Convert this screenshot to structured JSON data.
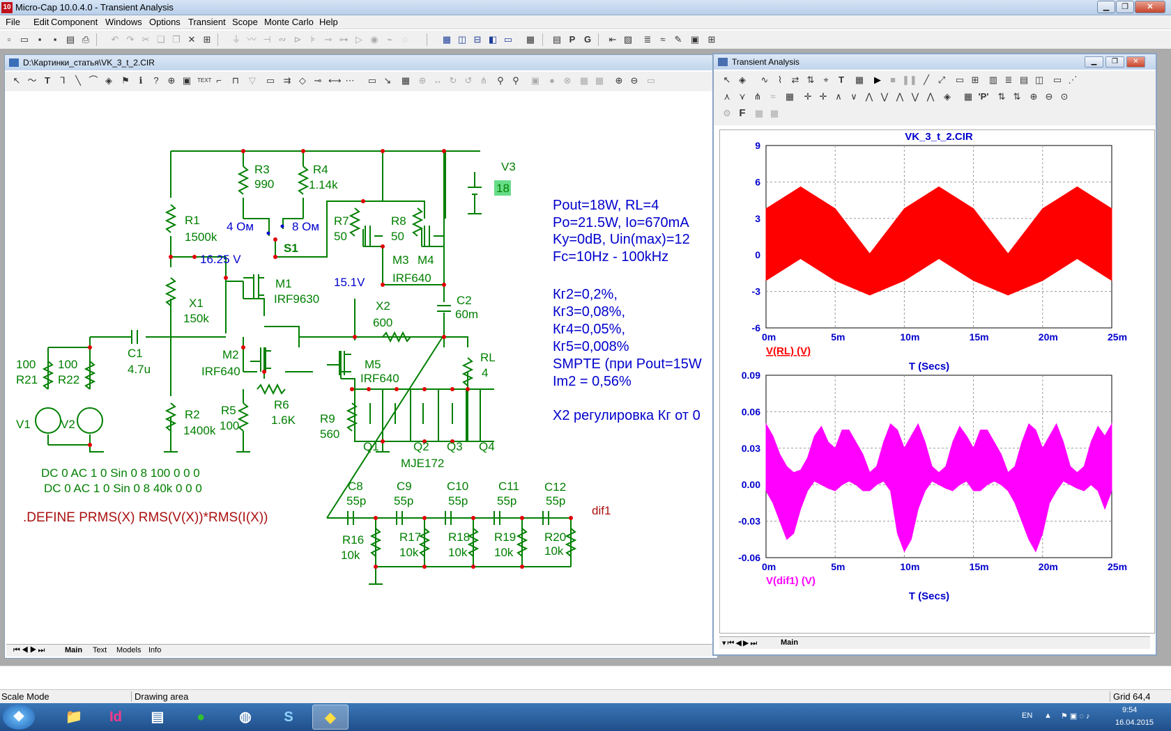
{
  "app": {
    "title": "Micro-Cap 10.0.4.0 - Transient Analysis",
    "icon_text": "10"
  },
  "menu": [
    "File",
    "Edit",
    "Component",
    "Windows",
    "Options",
    "Transient",
    "Scope",
    "Monte Carlo",
    "Help"
  ],
  "schematic": {
    "window_title": "D:\\Картинки_статья\\VK_3_t_2.CIR",
    "tabs": [
      "Main",
      "Text",
      "Models",
      "Info"
    ],
    "components": {
      "R3": {
        "name": "R3",
        "value": "990"
      },
      "R4": {
        "name": "R4",
        "value": "1.14k"
      },
      "R1": {
        "name": "R1",
        "value": "1500k"
      },
      "X1": {
        "name": "X1",
        "value": "150k"
      },
      "R2": {
        "name": "R2",
        "value": "1400k"
      },
      "C1": {
        "name": "C1",
        "value": "4.7u"
      },
      "R21": {
        "name": "R21",
        "value": "100"
      },
      "R22": {
        "name": "R22",
        "value": "100"
      },
      "V1": "V1",
      "V2": "V2",
      "S1": "S1",
      "ohm4": "4 Ом",
      "ohm8": "8 Ом",
      "M1": {
        "name": "M1",
        "model": "IRF9630"
      },
      "M2": {
        "name": "M2",
        "model": "IRF640"
      },
      "R5": {
        "name": "R5",
        "value": "100"
      },
      "R6": {
        "name": "R6",
        "value": "1.6K"
      },
      "R7": {
        "name": "R7",
        "value": "50"
      },
      "R8": {
        "name": "R8",
        "value": "50"
      },
      "M3": "M3",
      "M4": "M4",
      "M34model": "IRF640",
      "M5": {
        "name": "M5",
        "model": "IRF640"
      },
      "X2": {
        "name": "X2",
        "value": "600"
      },
      "C2": {
        "name": "C2",
        "value": "60m"
      },
      "RL": {
        "name": "RL",
        "value": "4"
      },
      "R9": {
        "name": "R9",
        "value": "560"
      },
      "Q1": "Q1",
      "Q2": "Q2",
      "Q3": "Q3",
      "Q4": "Q4",
      "Qmodel": "MJE172",
      "V3": {
        "name": "V3",
        "value": "18"
      },
      "node1625": "16.25 V",
      "node151": "15.1V",
      "C8": {
        "name": "C8",
        "value": "55p"
      },
      "C9": {
        "name": "C9",
        "value": "55p"
      },
      "C10": {
        "name": "C10",
        "value": "55p"
      },
      "C11": {
        "name": "C11",
        "value": "55p"
      },
      "C12": {
        "name": "C12",
        "value": "55p"
      },
      "R16": {
        "name": "R16",
        "value": "10k"
      },
      "R17": {
        "name": "R17",
        "value": "10k"
      },
      "R18": {
        "name": "R18",
        "value": "10k"
      },
      "R19": {
        "name": "R19",
        "value": "10k"
      },
      "R20": {
        "name": "R20",
        "value": "10k"
      },
      "dif1": "dif1"
    },
    "sources": [
      "DC 0 AC 1 0 Sin 0 8 100 0 0 0",
      "DC 0 AC 1 0 Sin 0 8 40k 0 0 0"
    ],
    "define": ".DEFINE PRMS(X) RMS(V(X))*RMS(I(X))",
    "notes": [
      "Pout=18W, RL=4",
      "Po=21.5W, Io=670mA",
      "Ky=0dB, Uin(max)=12",
      "Fc=10Hz - 100kHz",
      "Кг2=0,2%,",
      "Кг3=0,08%,",
      "Кг4=0,05%,",
      "Кг5=0,008%",
      "SMPTE (при Pout=15W",
      "Im2 = 0,56%",
      "X2 регулировка Кг от 0"
    ]
  },
  "plot": {
    "window_title": "Transient Analysis",
    "tabs": [
      "Main"
    ],
    "toolbar_letter": "F",
    "toolbar_p": "'P'",
    "chart_data": [
      {
        "type": "line",
        "title": "VK_3_t_2.CIR",
        "xlabel": "T (Secs)",
        "ylabel": "V(RL) (V)",
        "color": "#ff0000",
        "xlim": [
          0,
          25
        ],
        "ylim": [
          -6,
          9
        ],
        "x_unit": "ms",
        "xticks": [
          "0m",
          "5m",
          "10m",
          "15m",
          "20m",
          "25m"
        ],
        "yticks": [
          "9",
          "6",
          "3",
          "0",
          "-3",
          "-6"
        ],
        "series": [
          {
            "name": "V(RL) (V)",
            "x": [
              0,
              2.5,
              5,
              7.5,
              10,
              12.5,
              15,
              17.5,
              20,
              22.5,
              25
            ],
            "upper": [
              3.8,
              5.6,
              3.8,
              0.1,
              3.8,
              5.6,
              3.8,
              0.1,
              3.8,
              5.6,
              3.8
            ],
            "lower": [
              -2.1,
              -0.3,
              -2.1,
              -3.3,
              -2.1,
              -0.3,
              -2.1,
              -3.3,
              -2.1,
              -0.3,
              -2.1
            ]
          }
        ]
      },
      {
        "type": "line",
        "title": "",
        "xlabel": "T (Secs)",
        "ylabel": "V(dif1) (V)",
        "color": "#ff00ff",
        "xlim": [
          0,
          25
        ],
        "ylim": [
          -0.06,
          0.09
        ],
        "x_unit": "ms",
        "xticks": [
          "0m",
          "5m",
          "10m",
          "15m",
          "20m",
          "25m"
        ],
        "yticks": [
          "0.09",
          "0.06",
          "0.03",
          "0.00",
          "-0.03",
          "-0.06"
        ],
        "series": [
          {
            "name": "V(dif1) (V)",
            "x": [
              0,
              0.5,
              1,
              1.5,
              2,
              2.5,
              3,
              3.5,
              4,
              4.5,
              5,
              5.5,
              6,
              6.5,
              7,
              7.5,
              8,
              8.5,
              9,
              9.5,
              10,
              10.5,
              11,
              11.5,
              12,
              12.5,
              13,
              13.5,
              14,
              14.5,
              15,
              15.5,
              16,
              16.5,
              17,
              17.5,
              18,
              18.5,
              19,
              19.5,
              20,
              20.5,
              21,
              21.5,
              22,
              22.5,
              23,
              23.5,
              24,
              24.5,
              25
            ],
            "upper": [
              0.05,
              0.04,
              0.025,
              0.015,
              0.01,
              0.012,
              0.022,
              0.04,
              0.048,
              0.035,
              0.03,
              0.045,
              0.045,
              0.035,
              0.025,
              0.01,
              0.015,
              0.035,
              0.05,
              0.045,
              0.03,
              0.04,
              0.05,
              0.035,
              0.015,
              0.01,
              0.015,
              0.035,
              0.048,
              0.04,
              0.03,
              0.045,
              0.045,
              0.035,
              0.025,
              0.01,
              0.015,
              0.035,
              0.05,
              0.045,
              0.03,
              0.04,
              0.05,
              0.035,
              0.015,
              0.01,
              0.015,
              0.035,
              0.048,
              0.04,
              0.05
            ],
            "lower": [
              -0.005,
              -0.015,
              -0.03,
              -0.045,
              -0.04,
              -0.02,
              -0.005,
              0.003,
              0.0,
              -0.003,
              -0.005,
              0.0,
              0.003,
              0.0,
              -0.005,
              -0.005,
              0.0,
              0.003,
              -0.005,
              -0.04,
              -0.055,
              -0.045,
              -0.02,
              -0.005,
              0.003,
              0.0,
              -0.003,
              -0.005,
              0.0,
              0.003,
              -0.005,
              -0.005,
              0.0,
              0.003,
              0.0,
              -0.005,
              -0.015,
              -0.03,
              -0.045,
              -0.055,
              -0.04,
              -0.015,
              -0.005,
              0.003,
              0.0,
              -0.003,
              -0.005,
              0.0,
              -0.005,
              -0.02,
              -0.005
            ]
          }
        ]
      }
    ]
  },
  "status": {
    "mode": "Scale Mode",
    "area": "Drawing area",
    "grid": "Grid 64,4"
  },
  "taskbar": {
    "lang": "EN",
    "time": "9:54",
    "date": "16.04.2015",
    "apps": [
      "explorer",
      "indesign",
      "notepad",
      "green-app",
      "chrome",
      "skype",
      "microcap"
    ]
  },
  "colors": {
    "wire": "#007f00",
    "label_blue": "#0000cc",
    "red": "#ff0000",
    "magenta": "#ff00ff",
    "dot": "#e00000"
  }
}
